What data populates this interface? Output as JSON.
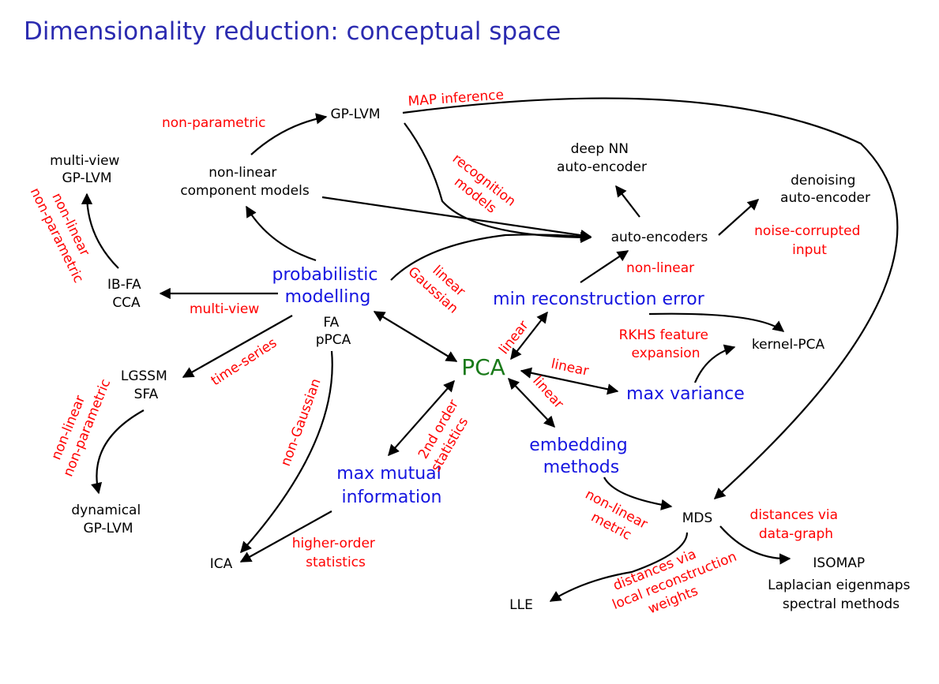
{
  "title": "Dimensionality reduction: conceptual space",
  "nodes": {
    "gplvm": "GP-LVM",
    "nonlinear_component_1": "non-linear",
    "nonlinear_component_2": "component models",
    "multiview_gplvm_1": "multi-view",
    "multiview_gplvm_2": "GP-LVM",
    "deep_nn_1": "deep NN",
    "deep_nn_2": "auto-encoder",
    "denoising_1": "denoising",
    "denoising_2": "auto-encoder",
    "autoencoders": "auto-encoders",
    "ibfa_1": "IB-FA",
    "ibfa_2": "CCA",
    "probabilistic_1": "probabilistic",
    "probabilistic_2": "modelling",
    "fa_1": "FA",
    "fa_2": "pPCA",
    "min_recon": "min reconstruction error",
    "kernel_pca": "kernel-PCA",
    "pca": "PCA",
    "max_variance": "max variance",
    "lgssm_1": "LGSSM",
    "lgssm_2": "SFA",
    "embedding_1": "embedding",
    "embedding_2": "methods",
    "max_mutual_1": "max mutual",
    "max_mutual_2": "information",
    "dynamical_1": "dynamical",
    "dynamical_2": "GP-LVM",
    "mds": "MDS",
    "isomap_1": "ISOMAP",
    "isomap_2": "Laplacian eigenmaps",
    "isomap_3": "spectral methods",
    "ica": "ICA",
    "lle": "LLE"
  },
  "labels": {
    "map_inference": "MAP inference",
    "non_parametric": "non-parametric",
    "recognition_1": "recognition",
    "recognition_2": "models",
    "nonlinear_nonparam_1_a": "non-linear",
    "nonlinear_nonparam_1_b": "non-parametric",
    "noise_1": "noise-corrupted",
    "noise_2": "input",
    "non_linear_ae": "non-linear",
    "multi_view": "multi-view",
    "linear_gaussian_1": "linear",
    "linear_gaussian_2": "Gaussian",
    "linear_recon": "linear",
    "rkhs_1": "RKHS feature",
    "rkhs_2": "expansion",
    "time_series": "time-series",
    "linear_var": "linear",
    "linear_embed": "linear",
    "nonlinear_nonparam_2_a": "non-linear",
    "nonlinear_nonparam_2_b": "non-parametric",
    "non_gaussian": "non-Gaussian",
    "second_order_1": "2nd order",
    "second_order_2": "statistics",
    "nonlinear_metric_1": "non-linear",
    "nonlinear_metric_2": "metric",
    "distances_graph_1": "distances via",
    "distances_graph_2": "data-graph",
    "higher_order_1": "higher-order",
    "higher_order_2": "statistics",
    "distances_local_1": "distances via",
    "distances_local_2": "local reconstruction",
    "distances_local_3": "weights"
  },
  "colors": {
    "title": "#2b2bb0",
    "concept_blue": "#1515e0",
    "pca_green": "#1a7a1a",
    "edge_label_red": "#ff0000",
    "method_black": "#000000"
  }
}
